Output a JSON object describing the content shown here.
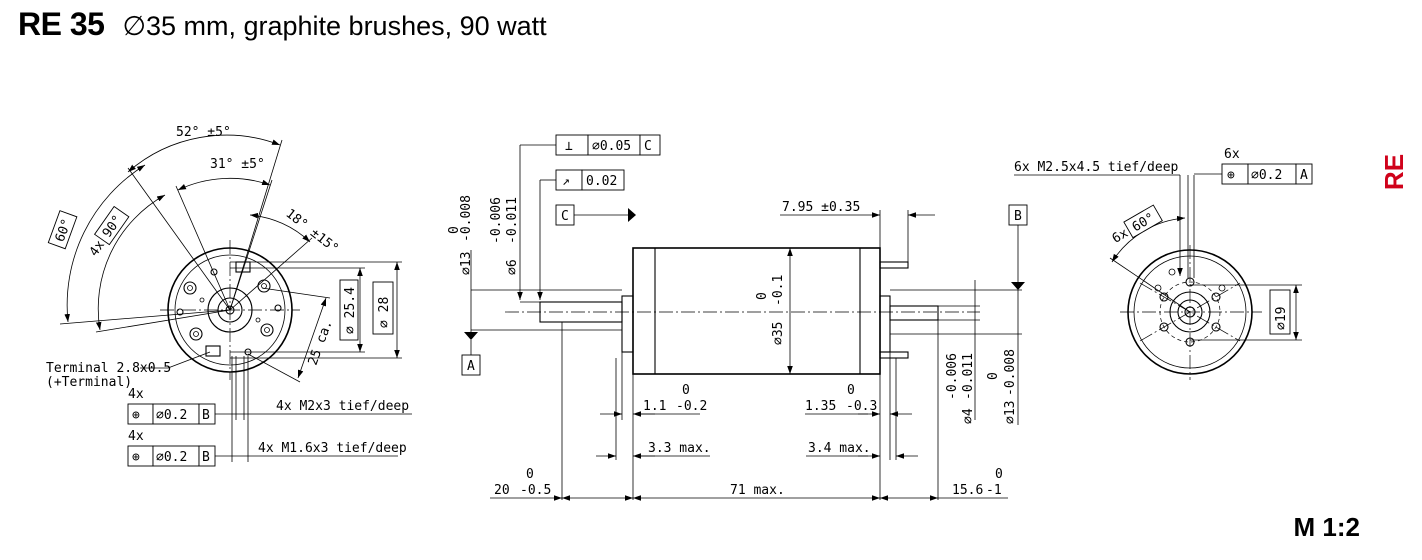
{
  "header": {
    "model": "RE 35",
    "description": "∅35 mm, graphite brushes, 90 watt"
  },
  "scale": "M 1:2",
  "side_tag": "RE",
  "front_view": {
    "angle_total": "52° ±5°",
    "angle_inner": "31° ±5°",
    "angle_small": "18° ±15°",
    "angle_60": "60°",
    "angle_90_prefix": "4x",
    "angle_90": "90°",
    "dia_25_4": "∅ 25.4",
    "dia_28": "∅ 28",
    "dim_25ca": "25 ca.",
    "terminal_line1": "Terminal 2.8x0.5",
    "terminal_line2": "(+Terminal)",
    "callout1": {
      "count": "4x",
      "symbol": "⊕",
      "tolerance": "∅0.2",
      "datum": "B",
      "thread": "4x M2x3 tief/deep"
    },
    "callout2": {
      "count": "4x",
      "symbol": "⊕",
      "tolerance": "∅0.2",
      "datum": "B",
      "thread": "4x M1.6x3 tief/deep"
    }
  },
  "side_view": {
    "perp_symbol": "⊥",
    "perp_tol": "∅0.05",
    "perp_datum": "C",
    "runout_symbol": "↗",
    "runout_tol": "0.02",
    "datum_c": "C",
    "datum_b": "B",
    "datum_a": "A",
    "dia13_left_label": "∅13",
    "dia13_left_tol": "-0.008",
    "dia13_left_upper": "0",
    "dia6_label": "∅6",
    "dia6_tol_upper": "-0.006",
    "dia6_tol_lower": "-0.011",
    "dia35_label": "∅35",
    "dia35_tol": "-0.1",
    "dia35_upper": "0",
    "dim_7_95": "7.95 ±0.35",
    "dia4_label": "∅4",
    "dia4_tol_upper": "-0.006",
    "dia4_tol_lower": "-0.011",
    "dia13_right_label": "∅13",
    "dia13_right_tol": "-0.008",
    "dia13_right_upper": "0",
    "dim_1_1": "1.1",
    "dim_1_1_tol": "-0.2",
    "dim_1_1_upper": "0",
    "dim_1_35": "1.35",
    "dim_1_35_tol": "-0.3",
    "dim_1_35_upper": "0",
    "dim_3_3": "3.3 max.",
    "dim_3_4": "3.4 max.",
    "dim_20": "20",
    "dim_20_tol": "-0.5",
    "dim_20_upper": "0",
    "dim_71": "71 max.",
    "dim_15_6": "15.6",
    "dim_15_6_tol": "-1",
    "dim_15_6_upper": "0"
  },
  "rear_view": {
    "thread_note": "6x M2.5x4.5 tief/deep",
    "callout_count": "6x",
    "callout_symbol": "⊕",
    "callout_tol": "∅0.2",
    "callout_datum": "A",
    "angle_prefix": "6x",
    "angle": "60°",
    "dia19": "∅19"
  },
  "colors": {
    "brand_red": "#d0021b",
    "line": "#000000"
  }
}
